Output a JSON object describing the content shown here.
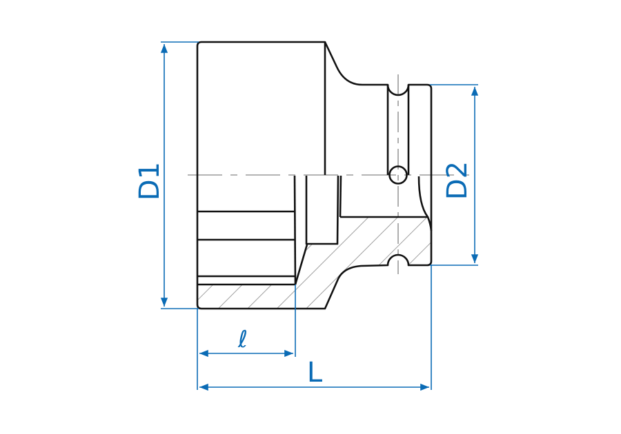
{
  "labels": {
    "d1": "D1",
    "d2": "D2",
    "l_small": "ℓ",
    "l_total": "L"
  },
  "colors": {
    "dimension": "#0a6bb5",
    "outline": "#111111",
    "centerline": "#9a9a9a",
    "hatch": "#a0a0a0"
  }
}
